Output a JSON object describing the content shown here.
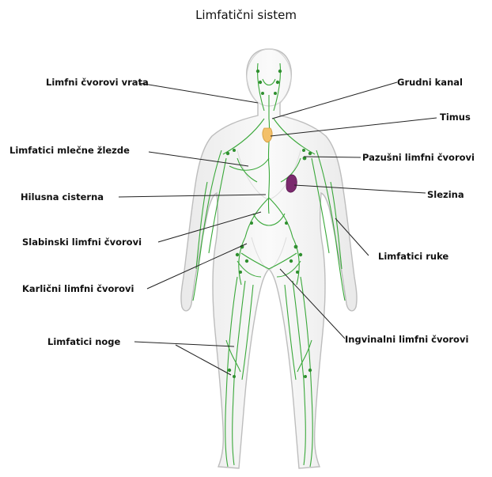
{
  "title": "Limfatični sistem",
  "labels": {
    "neck_nodes": "Limfni čvorovi vrata",
    "breast_lymphatics": "Limfatici mlečne žlezde",
    "cisterna": "Hilusna cisterna",
    "groin_nodes": "Slabinski limfni čvorovi",
    "pelvic_nodes": "Karlični limfni čvorovi",
    "leg_lymphatics": "Limfatici noge",
    "thoracic_duct": "Grudni kanal",
    "thymus": "Timus",
    "axillary_nodes": "Pazušni limfni čvorovi",
    "spleen": "Slezina",
    "arm_lymphatics": "Limfatici ruke",
    "inguinal_nodes": "Ingvinalni limfni čvorovi"
  },
  "colors": {
    "lymph": "#3aa83a",
    "body_outline": "#bdbdbd",
    "thymus": "#f3c06a",
    "spleen": "#7b2a6e",
    "leader": "#222222"
  }
}
